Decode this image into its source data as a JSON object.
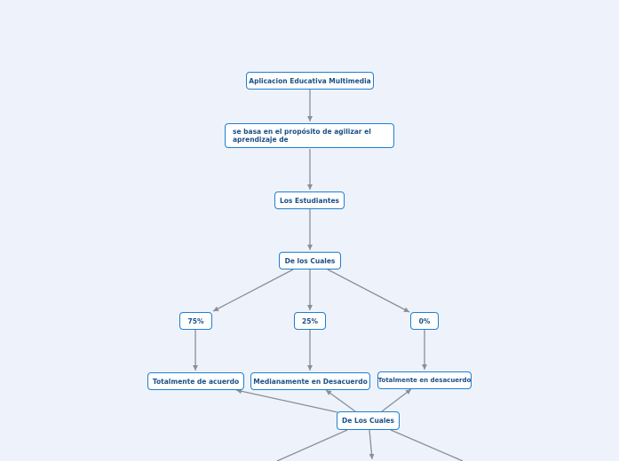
{
  "nodes": {
    "app": "Aplicacion Educativa Multimedia",
    "purpose": "se basa en el propósito de agilizar el aprendizaje de",
    "students": "Los Estudiantes",
    "of_which_1": "De los Cuales",
    "p75": "75%",
    "p25": "25%",
    "p0": "0%",
    "agree": "Totalmente de acuerdo",
    "mid_disagree": "Medianamente en Desacuerdo",
    "total_disagree": "Totalmente en desacuerdo",
    "of_which_2": "De Los Cuales"
  },
  "colors": {
    "background": "#eef3fb",
    "node_border": "#1f7fd0",
    "node_text": "#1b4f86",
    "edge": "#8a8f96"
  }
}
